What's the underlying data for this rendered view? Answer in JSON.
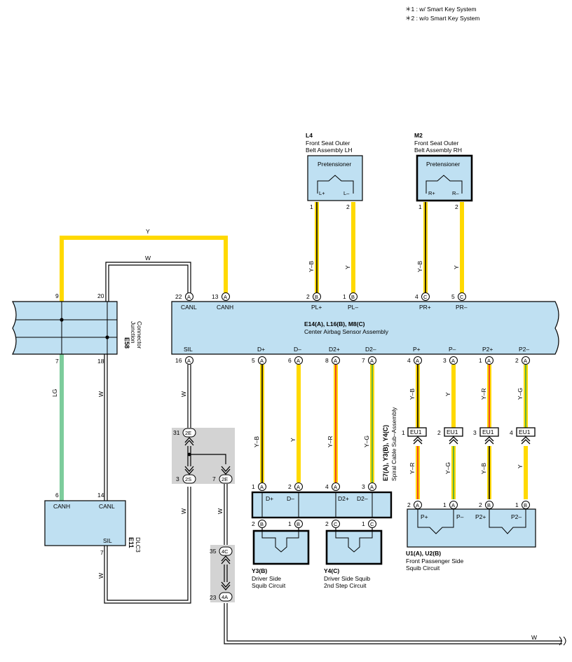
{
  "notes": [
    "＊1 : w/ Smart Key System",
    "＊2 : w/o Smart Key System"
  ],
  "components": {
    "l4": {
      "id": "L4",
      "name1": "Front Seat Outer",
      "name2": "Belt Assembly LH",
      "part": "Pretensioner",
      "t1": "L+",
      "t2": "L–"
    },
    "m2": {
      "id": "M2",
      "name1": "Front Seat Outer",
      "name2": "Belt Assembly RH",
      "part": "Pretensioner",
      "t1": "R+",
      "t2": "R–"
    },
    "e58": {
      "id": "E58",
      "name1": "Junction",
      "name2": "Connector"
    },
    "ecu": {
      "id": "E14(A), L16(B), M8(C)",
      "name": "Center Airbag Sensor Assembly"
    },
    "e11": {
      "id": "E11",
      "name": "DLC3",
      "t_canh": "CANH",
      "t_canl": "CANL",
      "t_sil": "SIL"
    },
    "spiral": {
      "id": "E7(A), Y3(B), Y4(C)",
      "name": "Spiral Cable Sub–Assembly"
    },
    "y3": {
      "id": "Y3(B)",
      "name1": "Driver Side",
      "name2": "Squib Circuit"
    },
    "y4": {
      "id": "Y4(C)",
      "name1": "Driver Side Squib",
      "name2": "2nd Step Circuit"
    },
    "u1": {
      "id": "U1(A), U2(B)",
      "name1": "Front Passenger Side",
      "name2": "Squib Circuit"
    }
  },
  "ecu_top": [
    {
      "pin": "22",
      "conn": "A",
      "label": "CANL"
    },
    {
      "pin": "13",
      "conn": "A",
      "label": "CANH"
    },
    {
      "pin": "2",
      "conn": "B",
      "label": "PL+"
    },
    {
      "pin": "1",
      "conn": "B",
      "label": "PL–"
    },
    {
      "pin": "4",
      "conn": "C",
      "label": "PR+"
    },
    {
      "pin": "5",
      "conn": "C",
      "label": "PR–"
    }
  ],
  "ecu_bottom": [
    {
      "pin": "16",
      "conn": "A",
      "label": "SIL"
    },
    {
      "pin": "5",
      "conn": "A",
      "label": "D+"
    },
    {
      "pin": "6",
      "conn": "A",
      "label": "D–"
    },
    {
      "pin": "8",
      "conn": "A",
      "label": "D2+"
    },
    {
      "pin": "7",
      "conn": "A",
      "label": "D2–"
    },
    {
      "pin": "4",
      "conn": "A",
      "label": "P+"
    },
    {
      "pin": "3",
      "conn": "A",
      "label": "P–"
    },
    {
      "pin": "1",
      "conn": "A",
      "label": "P2+"
    },
    {
      "pin": "2",
      "conn": "A",
      "label": "P2–"
    }
  ],
  "spiral_top": [
    {
      "pin": "1",
      "conn": "A",
      "label": "D+"
    },
    {
      "pin": "2",
      "conn": "A",
      "label": "D–"
    },
    {
      "pin": "4",
      "conn": "A",
      "label": "D2+"
    },
    {
      "pin": "3",
      "conn": "A",
      "label": "D2–"
    }
  ],
  "spiral_bottom": [
    {
      "pin": "2",
      "conn": "B"
    },
    {
      "pin": "1",
      "conn": "B"
    },
    {
      "pin": "2",
      "conn": "C"
    },
    {
      "pin": "1",
      "conn": "C"
    }
  ],
  "eu1": [
    {
      "pin": "1",
      "name": "EU1"
    },
    {
      "pin": "2",
      "name": "EU1"
    },
    {
      "pin": "3",
      "name": "EU1"
    },
    {
      "pin": "4",
      "name": "EU1"
    }
  ],
  "u1_pins": [
    {
      "pin": "2",
      "conn": "A",
      "label": "P+"
    },
    {
      "pin": "1",
      "conn": "A",
      "label": "P–"
    },
    {
      "pin": "2",
      "conn": "B",
      "label": "P2+"
    },
    {
      "pin": "1",
      "conn": "B",
      "label": "P2–"
    }
  ],
  "joints": {
    "j31": {
      "pin": "31",
      "name": "2E"
    },
    "j3": {
      "pin": "3",
      "name": "2S"
    },
    "j7": {
      "pin": "7",
      "name": "2E"
    },
    "j35": {
      "pin": "35",
      "name": "4C"
    },
    "j23": {
      "pin": "23",
      "name": "4A"
    }
  },
  "e58_pins": {
    "p9": "9",
    "p20": "20",
    "p7": "7",
    "p18": "18"
  },
  "e11_pins": {
    "p6": "6",
    "p14": "14",
    "p7": "7"
  },
  "belt_pins": {
    "l1": "1",
    "l2": "2",
    "r1": "1",
    "r2": "2"
  },
  "wire_colors": {
    "y": "Y",
    "w": "W",
    "lg": "LG",
    "yb": "Y–B",
    "yr": "Y–R",
    "yg": "Y–G"
  },
  "colors": {
    "yellow": "#ffd900",
    "green_lg": "#7dcc9c",
    "red": "#e8262b",
    "green": "#3aa84a",
    "box": "#bfe0f2"
  }
}
